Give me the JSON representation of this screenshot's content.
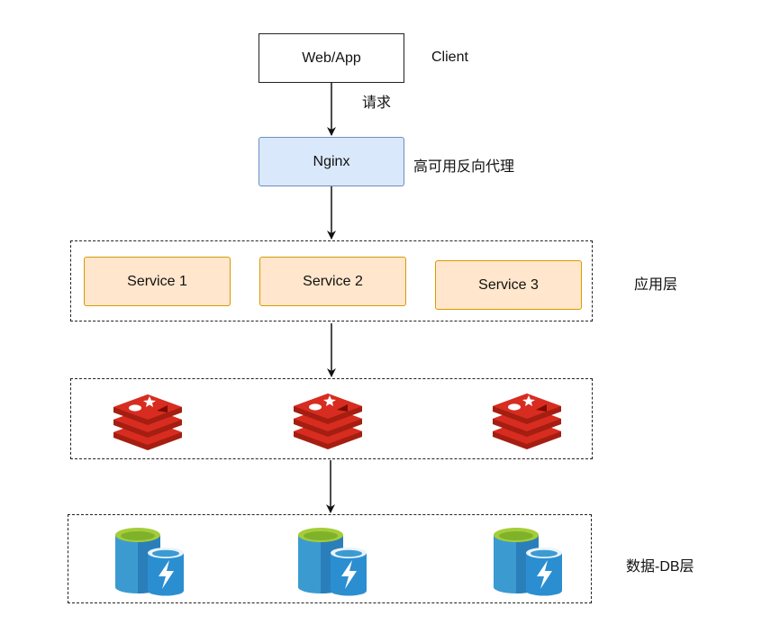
{
  "nodes": {
    "client": "Web/App",
    "proxy": "Nginx",
    "services": [
      "Service 1",
      "Service 2",
      "Service 3"
    ]
  },
  "labels": {
    "client": "Client",
    "request": "请求",
    "proxy": "高可用反向代理",
    "app_layer": "应用层",
    "db_layer": "数据-DB层"
  },
  "icons": {
    "cache": "redis-icon",
    "database": "azure-sql-database-icon"
  },
  "colors": {
    "proxy_fill": "#dae8fc",
    "proxy_border": "#6c8ebf",
    "service_fill": "#ffe6cc",
    "service_border": "#d79b00",
    "redis_red": "#c6302b",
    "db_blue": "#3b9bd1",
    "db_green": "#a4cd39"
  }
}
